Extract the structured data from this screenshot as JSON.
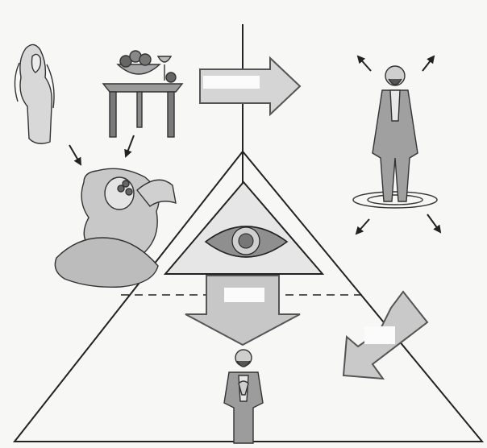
{
  "diagram": {
    "labels": {
      "top_arrow_label": "",
      "down_arrow_label": "",
      "right_arrow_label": ""
    },
    "figures": [
      {
        "name": "woman-with-long-hair"
      },
      {
        "name": "table-with-fruit-bowl-and-goblet"
      },
      {
        "name": "bewigged-man-eating-grapes"
      },
      {
        "name": "man-in-frock-coat-spinning"
      },
      {
        "name": "bearded-man-praying"
      }
    ],
    "symbols": [
      "pyramid",
      "eye-in-triangle",
      "arrows"
    ],
    "colors": {
      "line": "#222222",
      "arrow_fill": "#cfcfcf",
      "arrow_stroke": "#555555",
      "eye_fill": "#9a9a9a",
      "background": "#f7f7f5"
    }
  }
}
